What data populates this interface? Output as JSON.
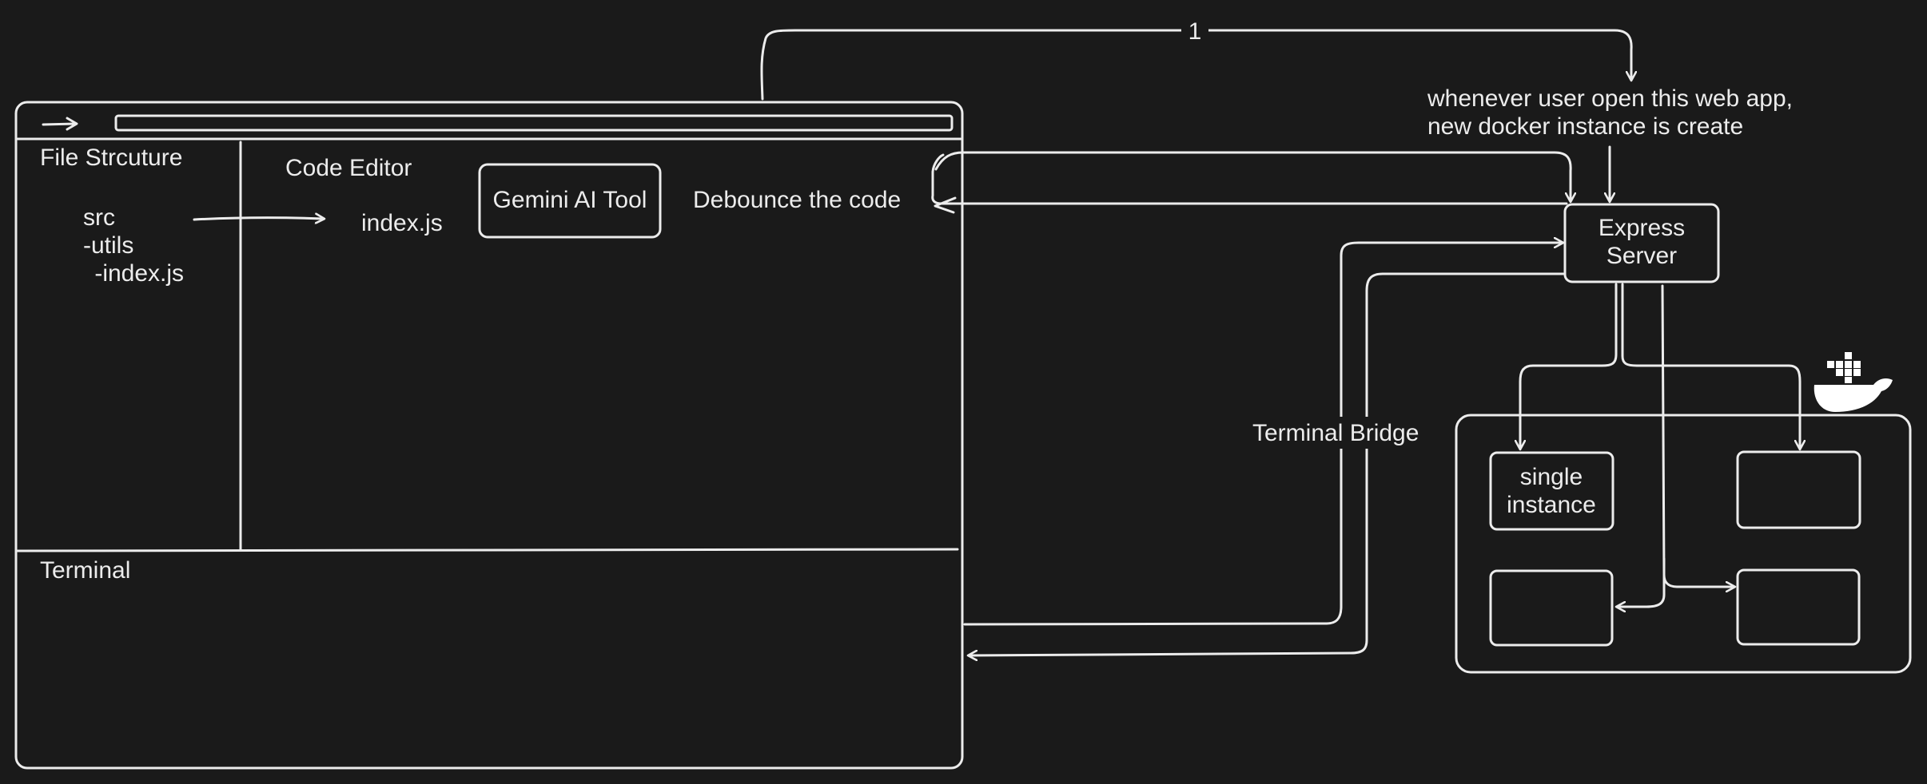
{
  "colors": {
    "background": "#1a1a1a",
    "stroke": "#ececec",
    "whale": "#ffffff"
  },
  "browser": {
    "arrow_icon": "right-arrow-icon",
    "file_structure": {
      "title": "File Strcuture",
      "tree": [
        "src",
        "-utils",
        " -index.js"
      ]
    },
    "editor": {
      "title": "Code Editor",
      "file": "index.js",
      "ai_tool": "Gemini AI Tool",
      "debounce": "Debounce the code"
    },
    "terminal": {
      "title": "Terminal"
    }
  },
  "connector_top": {
    "number": "1",
    "note_lines": [
      "whenever user open this web app,",
      "new docker instance is create"
    ]
  },
  "server": {
    "lines": [
      "Express",
      "Server"
    ]
  },
  "bridge": {
    "label": "Terminal Bridge"
  },
  "docker": {
    "icon": "docker-whale-icon",
    "instances": [
      {
        "lines": [
          "single",
          "instance"
        ]
      },
      {
        "lines": []
      },
      {
        "lines": []
      },
      {
        "lines": []
      }
    ]
  }
}
